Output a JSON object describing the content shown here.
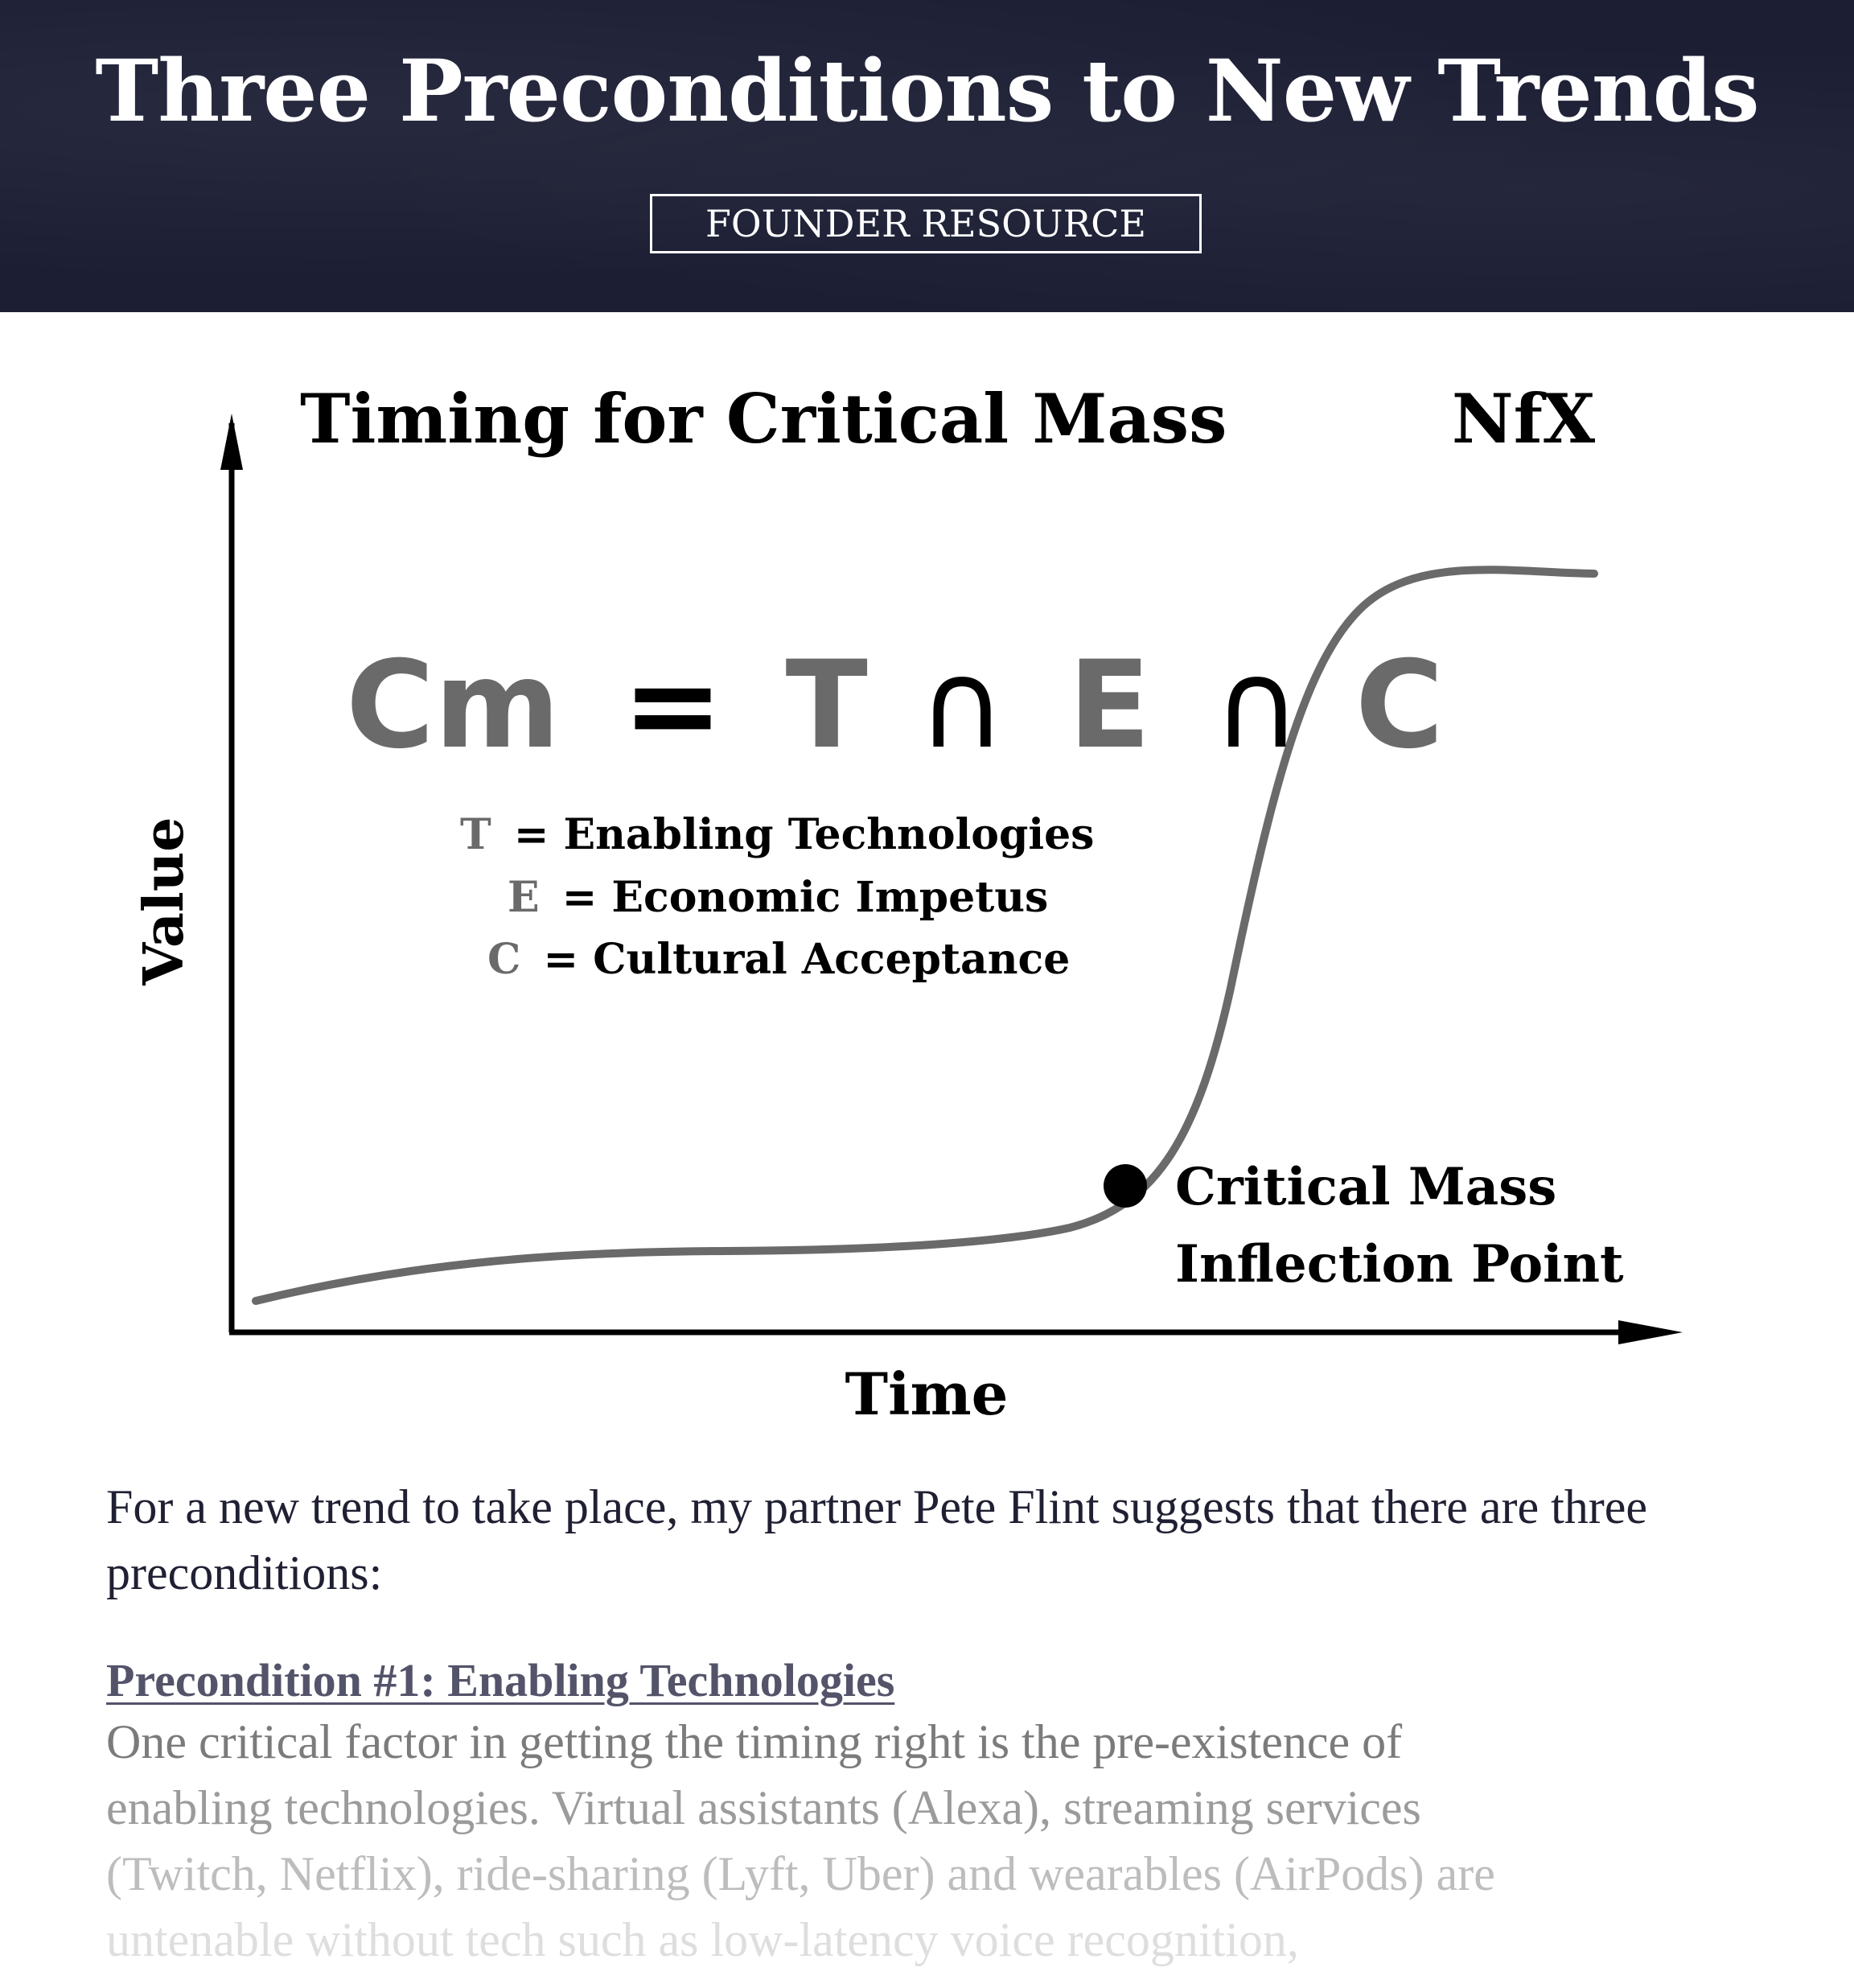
{
  "header": {
    "title": "Three Preconditions to New Trends",
    "badge": "FOUNDER RESOURCE"
  },
  "diagram": {
    "title": "Timing for Critical Mass",
    "logo": "NfX",
    "x_axis_label": "Time",
    "y_axis_label": "Value",
    "formula": {
      "lhs": "Cm",
      "equals": "=",
      "terms": [
        "T",
        "E",
        "C"
      ],
      "operator": "∩"
    },
    "legend": [
      {
        "letter": "T",
        "text": "= Enabling Technologies"
      },
      {
        "letter": "E",
        "text": "= Economic Impetus"
      },
      {
        "letter": "C",
        "text": "= Cultural Acceptance"
      }
    ],
    "inflection_label": [
      "Critical Mass",
      "Inflection Point"
    ],
    "colors": {
      "curve": "#6a6a6a",
      "formula_gray": "#6a6a6a",
      "axis": "#000000",
      "header_bg": "#1c1e34"
    }
  },
  "article": {
    "intro": "For a new trend to take place, my partner Pete Flint suggests  that there are three preconditions:",
    "section_heading": "Precondition #1: Enabling Technologies",
    "section_lines": [
      "One critical factor in getting the timing right is the pre-existence of",
      "enabling technologies. Virtual assistants (Alexa), streaming services",
      "(Twitch, Netflix), ride-sharing (Lyft, Uber) and wearables (AirPods) are",
      "untenable without tech such as low-latency voice recognition,"
    ],
    "fade_colors": [
      "#7b7b7b",
      "#9b9b9b",
      "#bdbdbd",
      "#dedede"
    ]
  }
}
